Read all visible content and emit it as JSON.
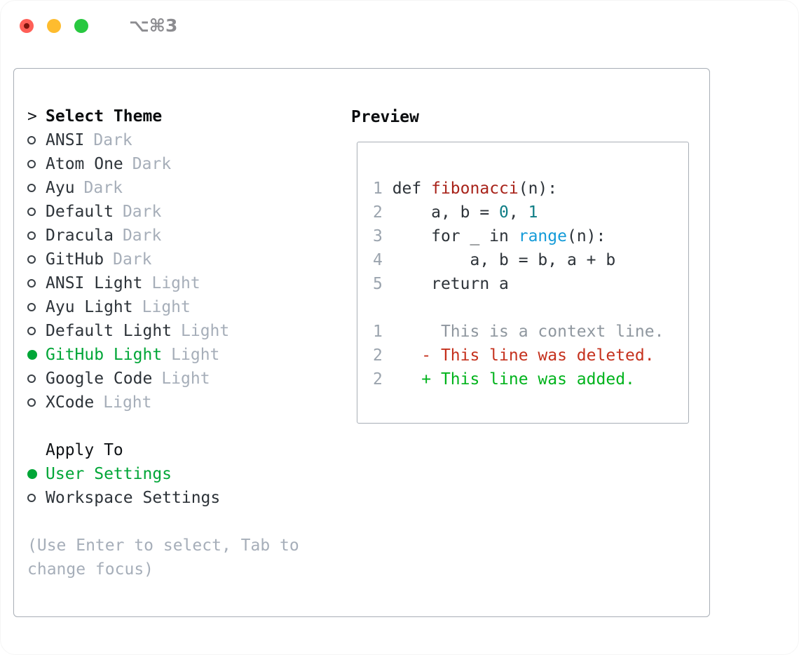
{
  "titlebar": {
    "shortcut": "⌥⌘3",
    "buttons": [
      {
        "name": "close",
        "color": "#ff5f57"
      },
      {
        "name": "minimize",
        "color": "#febc2e"
      },
      {
        "name": "zoom",
        "color": "#28c840"
      }
    ]
  },
  "selector": {
    "prompt": ">",
    "title": "Select Theme",
    "themes": [
      {
        "name": "ANSI",
        "variant": "Dark",
        "selected": false
      },
      {
        "name": "Atom One",
        "variant": "Dark",
        "selected": false
      },
      {
        "name": "Ayu",
        "variant": "Dark",
        "selected": false
      },
      {
        "name": "Default",
        "variant": "Dark",
        "selected": false
      },
      {
        "name": "Dracula",
        "variant": "Dark",
        "selected": false
      },
      {
        "name": "GitHub",
        "variant": "Dark",
        "selected": false
      },
      {
        "name": "ANSI Light",
        "variant": "Light",
        "selected": false
      },
      {
        "name": "Ayu Light",
        "variant": "Light",
        "selected": false
      },
      {
        "name": "Default Light",
        "variant": "Light",
        "selected": false
      },
      {
        "name": "GitHub Light",
        "variant": "Light",
        "selected": true
      },
      {
        "name": "Google Code",
        "variant": "Light",
        "selected": false
      },
      {
        "name": "XCode",
        "variant": "Light",
        "selected": false
      }
    ],
    "apply_to": {
      "title": "Apply To",
      "options": [
        {
          "label": "User Settings",
          "selected": true
        },
        {
          "label": "Workspace Settings",
          "selected": false
        }
      ]
    },
    "help": "(Use Enter to select, Tab to change focus)"
  },
  "preview": {
    "title": "Preview",
    "lines": [
      {
        "ln": "1",
        "tokens": [
          {
            "t": " def ",
            "c": "plain"
          },
          {
            "t": "fibonacci",
            "c": "func"
          },
          {
            "t": "(n):",
            "c": "plain"
          }
        ]
      },
      {
        "ln": "2",
        "tokens": [
          {
            "t": "     a, b = ",
            "c": "plain"
          },
          {
            "t": "0",
            "c": "num"
          },
          {
            "t": ", ",
            "c": "plain"
          },
          {
            "t": "1",
            "c": "num"
          }
        ]
      },
      {
        "ln": "3",
        "tokens": [
          {
            "t": "     for _ in ",
            "c": "plain"
          },
          {
            "t": "range",
            "c": "builtin"
          },
          {
            "t": "(n):",
            "c": "plain"
          }
        ]
      },
      {
        "ln": "4",
        "tokens": [
          {
            "t": "         a, b = b, a + b",
            "c": "plain"
          }
        ]
      },
      {
        "ln": "5",
        "tokens": [
          {
            "t": "     return a",
            "c": "plain"
          }
        ]
      },
      {
        "ln": "",
        "tokens": []
      },
      {
        "ln": "1",
        "tokens": [
          {
            "t": "      This is a context line.",
            "c": "context"
          }
        ]
      },
      {
        "ln": "2",
        "tokens": [
          {
            "t": "    ",
            "c": "plain"
          },
          {
            "t": "- This line was deleted.",
            "c": "removed"
          }
        ]
      },
      {
        "ln": "2",
        "tokens": [
          {
            "t": "    ",
            "c": "plain"
          },
          {
            "t": "+ This line was added.",
            "c": "added"
          }
        ]
      }
    ]
  },
  "colors": {
    "accent_green": "#00a637",
    "added_green": "#00b31c",
    "removed_red": "#c5311d",
    "function_red": "#a8231a",
    "number_teal": "#0e7d85",
    "builtin_blue": "#149bd8",
    "muted_gray": "#a6aeb9",
    "line_number_gray": "#9ba4ae",
    "border_gray": "#a8aeb6",
    "text_dark": "#2d3339"
  }
}
